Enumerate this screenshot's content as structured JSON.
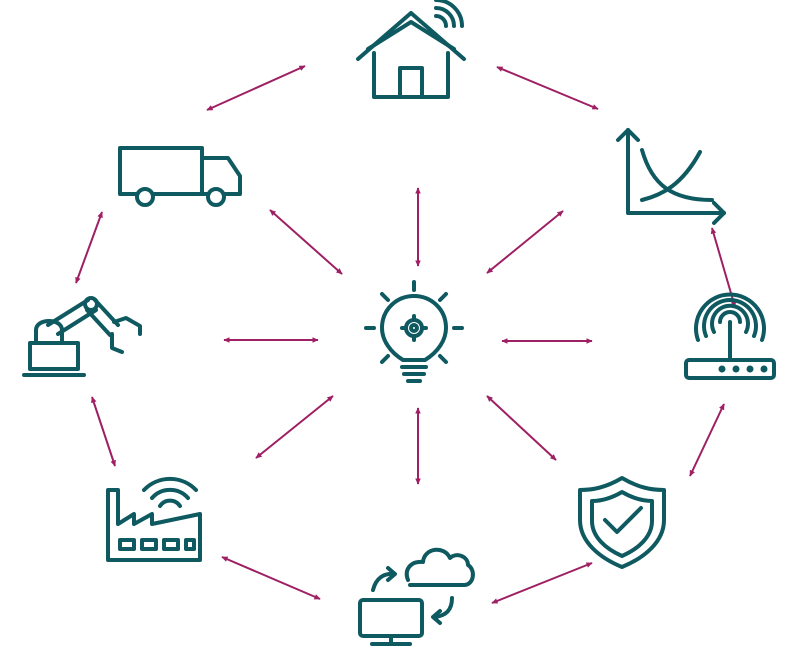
{
  "colors": {
    "icon": "#0f5a61",
    "arrow": "#9e1f63",
    "background": "#ffffff"
  },
  "nodes": [
    {
      "id": "smart-home",
      "icon": "house-wifi-icon"
    },
    {
      "id": "analytics",
      "icon": "line-chart-icon"
    },
    {
      "id": "router",
      "icon": "wifi-router-icon"
    },
    {
      "id": "security",
      "icon": "shield-check-icon"
    },
    {
      "id": "cloud-computing",
      "icon": "cloud-monitor-sync-icon"
    },
    {
      "id": "smart-factory",
      "icon": "factory-wifi-icon"
    },
    {
      "id": "robotics",
      "icon": "robot-arm-icon"
    },
    {
      "id": "logistics",
      "icon": "truck-icon"
    },
    {
      "id": "innovation-hub",
      "icon": "lightbulb-gear-icon"
    }
  ],
  "edges": [
    {
      "from": "logistics",
      "to": "smart-home"
    },
    {
      "from": "smart-home",
      "to": "analytics"
    },
    {
      "from": "analytics",
      "to": "router"
    },
    {
      "from": "router",
      "to": "security"
    },
    {
      "from": "security",
      "to": "cloud-computing"
    },
    {
      "from": "cloud-computing",
      "to": "smart-factory"
    },
    {
      "from": "smart-factory",
      "to": "robotics"
    },
    {
      "from": "robotics",
      "to": "logistics"
    },
    {
      "from": "innovation-hub",
      "to": "smart-home"
    },
    {
      "from": "innovation-hub",
      "to": "analytics"
    },
    {
      "from": "innovation-hub",
      "to": "router"
    },
    {
      "from": "innovation-hub",
      "to": "security"
    },
    {
      "from": "innovation-hub",
      "to": "cloud-computing"
    },
    {
      "from": "innovation-hub",
      "to": "smart-factory"
    },
    {
      "from": "innovation-hub",
      "to": "robotics"
    },
    {
      "from": "innovation-hub",
      "to": "logistics"
    }
  ]
}
